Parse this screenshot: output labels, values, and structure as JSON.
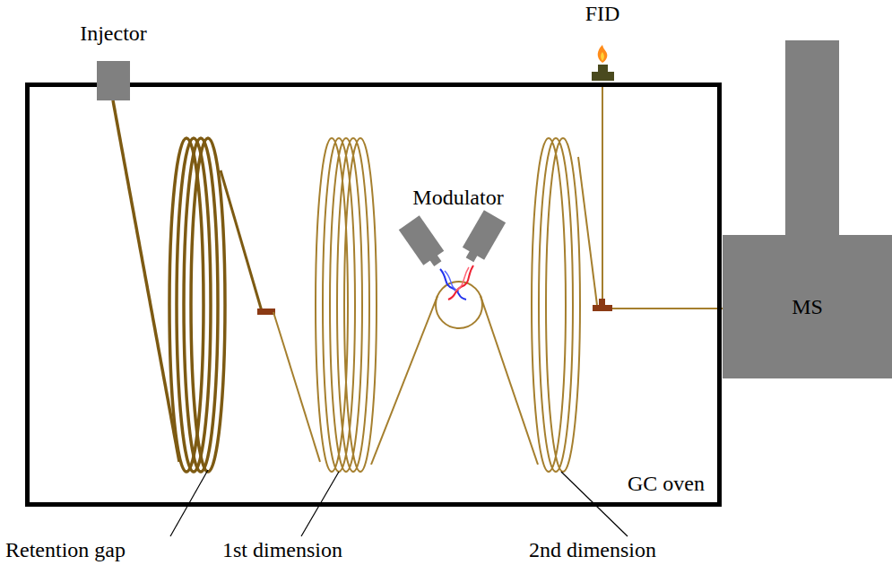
{
  "diagram": {
    "nodes": [
      {
        "text": [
          "GC oven"
        ]
      },
      {
        "text": [
          "Injector"
        ]
      },
      {
        "text": [
          "MS"
        ]
      }
    ],
    "labels": [
      "FID",
      "Modulator",
      "Retention gap",
      "1st dimension",
      "2nd dimension"
    ]
  }
}
